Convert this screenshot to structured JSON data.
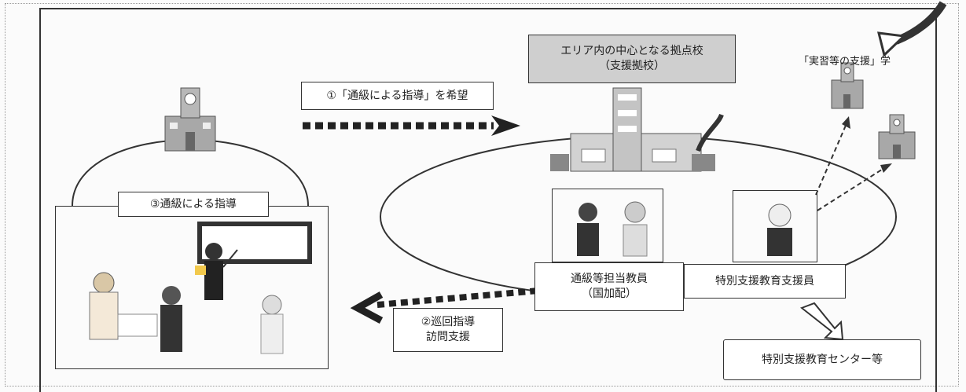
{
  "hub_school": {
    "title_line1": "エリア内の中心となる拠点校",
    "title_line2": "（支援拠校）"
  },
  "request": {
    "label": "①「通級による指導」を希望"
  },
  "guidance_box": {
    "label": "③通級による指導"
  },
  "itinerant": {
    "line1": "②巡回指導",
    "line2": "訪問支援"
  },
  "teacher_regular": {
    "line1": "通級等担当教員",
    "line2": "（国加配）"
  },
  "teacher_special": {
    "label": "特別支援教育支援員"
  },
  "center": {
    "label": "特別支援教育センター等"
  },
  "practice": {
    "label": "「実習等の支援」学"
  }
}
